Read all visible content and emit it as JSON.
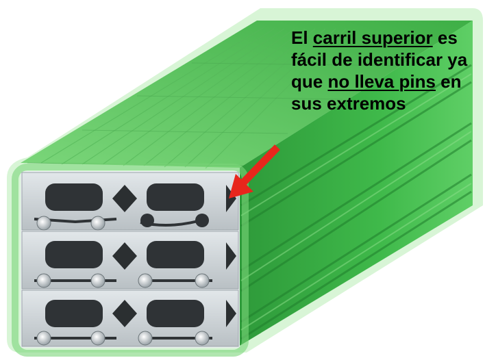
{
  "annotation": {
    "segments": [
      {
        "text": "El ",
        "underline": false
      },
      {
        "text": "carril superior",
        "underline": true
      },
      {
        "text": " es fácil de identificar ya que ",
        "underline": false
      },
      {
        "text": "no lleva pins",
        "underline": true
      },
      {
        "text": " en sus extremos",
        "underline": false
      }
    ]
  },
  "colors": {
    "box_light": "#8fd98a",
    "box_mid": "#3fb94a",
    "box_dark": "#1f7d2b",
    "rail": "#cfd5d8",
    "arrow": "#e8261c"
  },
  "icons": {
    "pointer": "red-arrow-icon",
    "figure": "rail-stack-illustration"
  }
}
